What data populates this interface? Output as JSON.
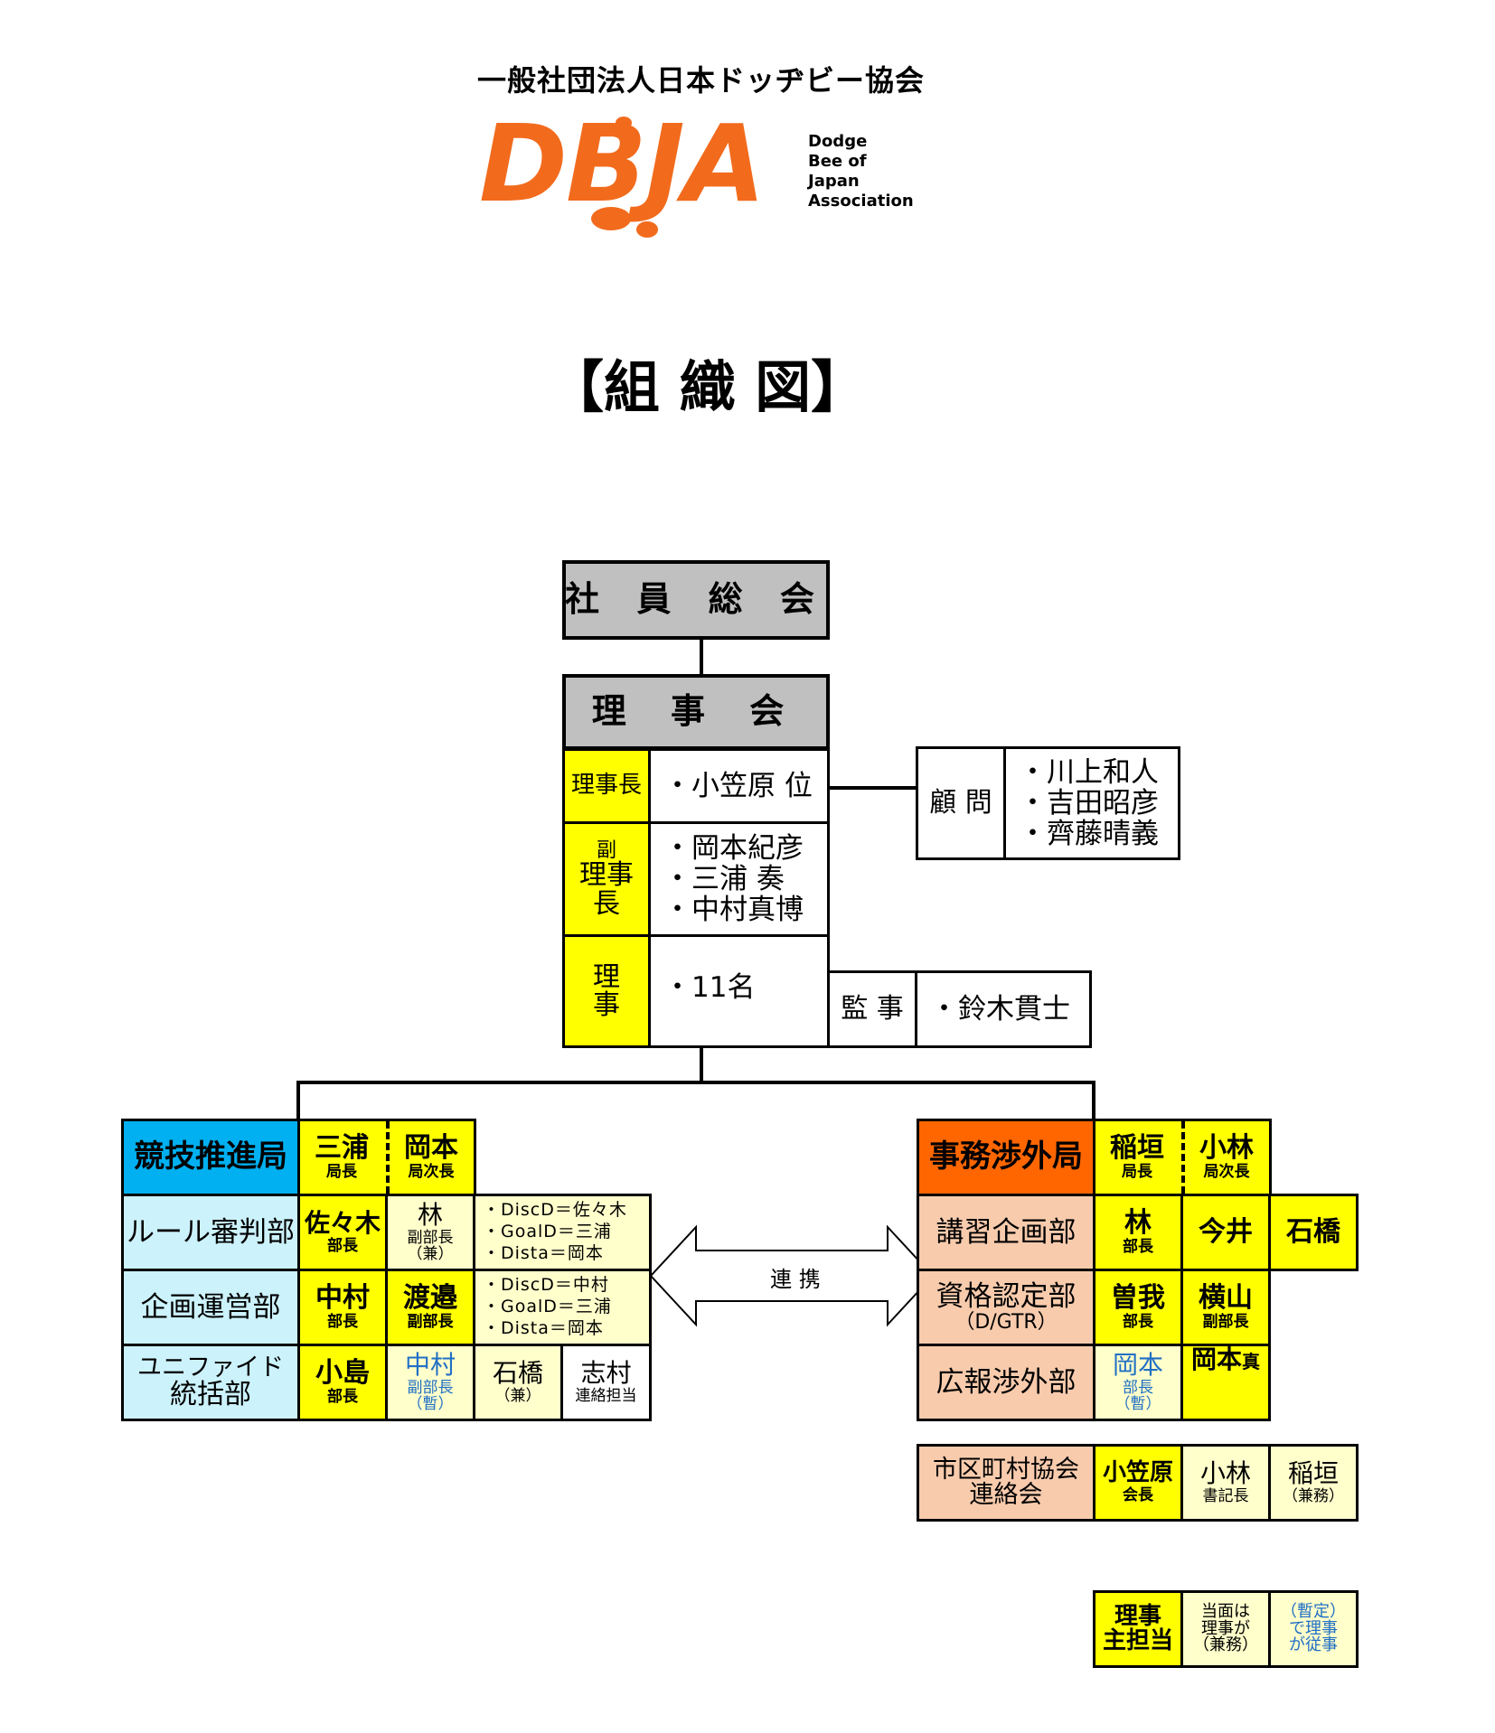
{
  "header": {
    "org_name": "一般社団法人日本ドッヂビー協会",
    "logo_text": "DBJA",
    "logo_sub": [
      "Dodge",
      "Bee of",
      "Japan",
      "Association"
    ],
    "title": "【組 織 図】",
    "logo_color": "#f26b1d"
  },
  "top": {
    "general_meeting": "社 員 総 会",
    "board": "理 事 会",
    "chair_label": "理事長",
    "chair_name": "・小笠原 位",
    "vice_label_1": "副",
    "vice_label_2": "理事",
    "vice_label_3": "長",
    "vice_names": [
      "・岡本紀彦",
      "・三浦 奏",
      "・中村真博"
    ],
    "director_label_1": "理",
    "director_label_2": "事",
    "director_count": "・11名",
    "advisor_label": "顧 問",
    "advisor_names": [
      "・川上和人",
      "・吉田昭彦",
      "・齊藤晴義"
    ],
    "auditor_label": "監 事",
    "auditor_name": "・鈴木貫士"
  },
  "left_bureau": {
    "name": "競技推進局",
    "head": {
      "name": "三浦",
      "role": "局長"
    },
    "deputy": {
      "name": "岡本",
      "role": "局次長"
    },
    "rows": [
      {
        "dept": "ルール審判部",
        "m1": "佐々木",
        "r1": "部長",
        "m2": "林",
        "r2": "副部長",
        "r2b": "（兼）",
        "notes": [
          "・DiscD＝佐々木",
          "・GoalD＝三浦",
          "・Dista＝岡本"
        ]
      },
      {
        "dept": "企画運営部",
        "m1": "中村",
        "r1": "部長",
        "m2": "渡邉",
        "r2": "副部長",
        "notes": [
          "・DiscD＝中村",
          "・GoalD＝三浦",
          "・Dista＝岡本"
        ]
      },
      {
        "dept_1": "ユニファイド",
        "dept_2": "統括部",
        "m1": "小島",
        "r1": "部長",
        "m2": "中村",
        "r2": "副部長",
        "r2b": "（暫）",
        "m3": "石橋",
        "r3": "（兼）",
        "m4": "志村",
        "r4": "連絡担当"
      }
    ]
  },
  "link_label": "連 携",
  "right_bureau": {
    "name": "事務渉外局",
    "head": {
      "name": "稲垣",
      "role": "局長"
    },
    "deputy": {
      "name": "小林",
      "role": "局次長"
    },
    "rows": [
      {
        "dept": "講習企画部",
        "m1": "林",
        "r1": "部長",
        "m2": "今井",
        "m3": "石橋"
      },
      {
        "dept_1": "資格認定部",
        "dept_2": "（D/GTR）",
        "m1": "曽我",
        "r1": "部長",
        "m2": "横山",
        "r2": "副部長"
      },
      {
        "dept": "広報渉外部",
        "m1": "岡本",
        "r1": "部長",
        "r1b": "（暫）",
        "m2": "岡本",
        "m2_suffix": "真"
      }
    ],
    "council": {
      "dept_1": "市区町村協会",
      "dept_2": "連絡会",
      "m1": "小笠原",
      "r1": "会長",
      "m2": "小林",
      "r2": "書記長",
      "m3": "稲垣",
      "r3": "（兼務）"
    }
  },
  "legend": {
    "item1_1": "理事",
    "item1_2": "主担当",
    "item2": [
      "当面は",
      "理事が",
      "（兼務）"
    ],
    "item3": [
      "（暫定）",
      "で理事",
      "が従事"
    ]
  },
  "colors": {
    "yellow": "#ffff00",
    "gray": "#c0c0c0",
    "light_blue": "#ccf2fc",
    "blue": "#00b0f0",
    "peach": "#f8cbad",
    "orange": "#ff6600",
    "cream": "#ffffcc",
    "blue_text": "#1f6fc5"
  }
}
